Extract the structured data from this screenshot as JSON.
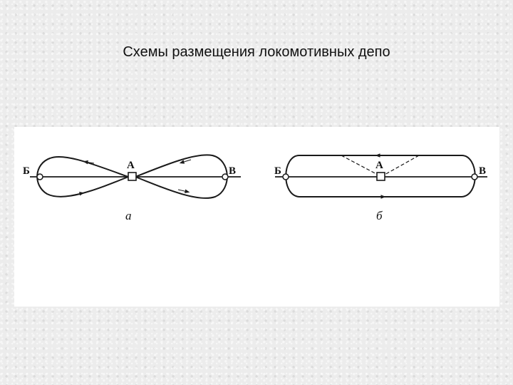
{
  "slide": {
    "title": "Схемы размещения локомотивных депо"
  },
  "diagram_a": {
    "left_station": "Б",
    "depot": "А",
    "right_station": "В",
    "caption": "а"
  },
  "diagram_b": {
    "left_station": "Б",
    "depot": "А",
    "right_station": "В",
    "caption": "б"
  },
  "colors": {
    "line": "#1a1a1a",
    "panel": "#ffffff",
    "background": "#ececec"
  }
}
